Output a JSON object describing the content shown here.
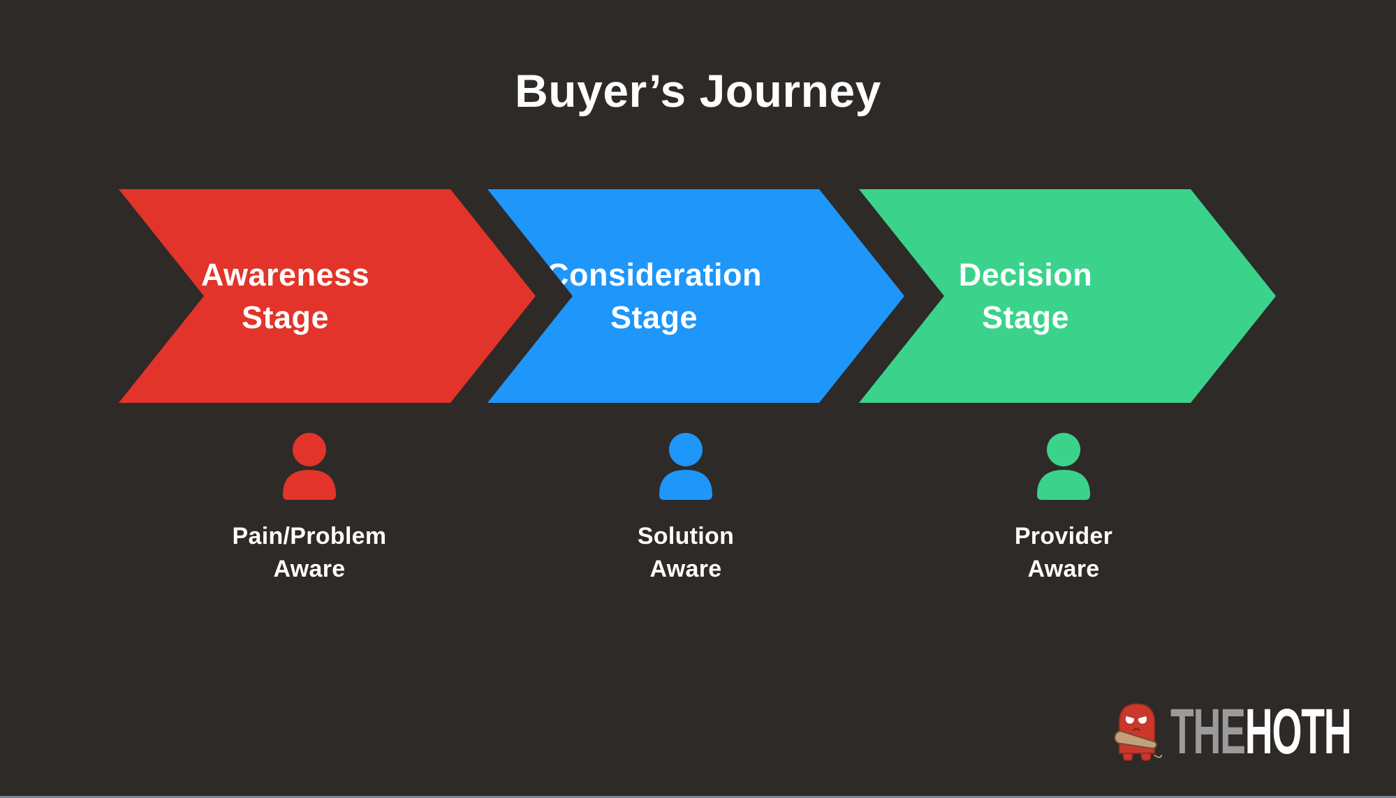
{
  "title": "Buyer’s Journey",
  "background_color": "#2e2a27",
  "text_color": "#ffffff",
  "footer_line_color": "#7b8894",
  "stages": [
    {
      "label_line1": "Awareness",
      "label_line2": "Stage",
      "color": "#e2342a",
      "persona_icon": "person-icon",
      "persona_line1": "Pain/Problem",
      "persona_line2": "Aware"
    },
    {
      "label_line1": "Consideration",
      "label_line2": "Stage",
      "color": "#1e96fa",
      "persona_icon": "person-icon",
      "persona_line1": "Solution",
      "persona_line2": "Aware"
    },
    {
      "label_line1": "Decision",
      "label_line2": "Stage",
      "color": "#3bd38b",
      "persona_icon": "person-icon",
      "persona_line1": "Provider",
      "persona_line2": "Aware"
    }
  ],
  "logo": {
    "brand_part1": "THE",
    "brand_part2": "HOTH",
    "part1_color": "#9b9b9b",
    "part2_color": "#ffffff",
    "mascot_icon": "hoth-monster-mascot",
    "mascot_body_color": "#c9382b",
    "mascot_outline_color": "#9c2b20",
    "mascot_club_color": "#c4a07a",
    "mascot_club_outline_color": "#6b4f35"
  }
}
